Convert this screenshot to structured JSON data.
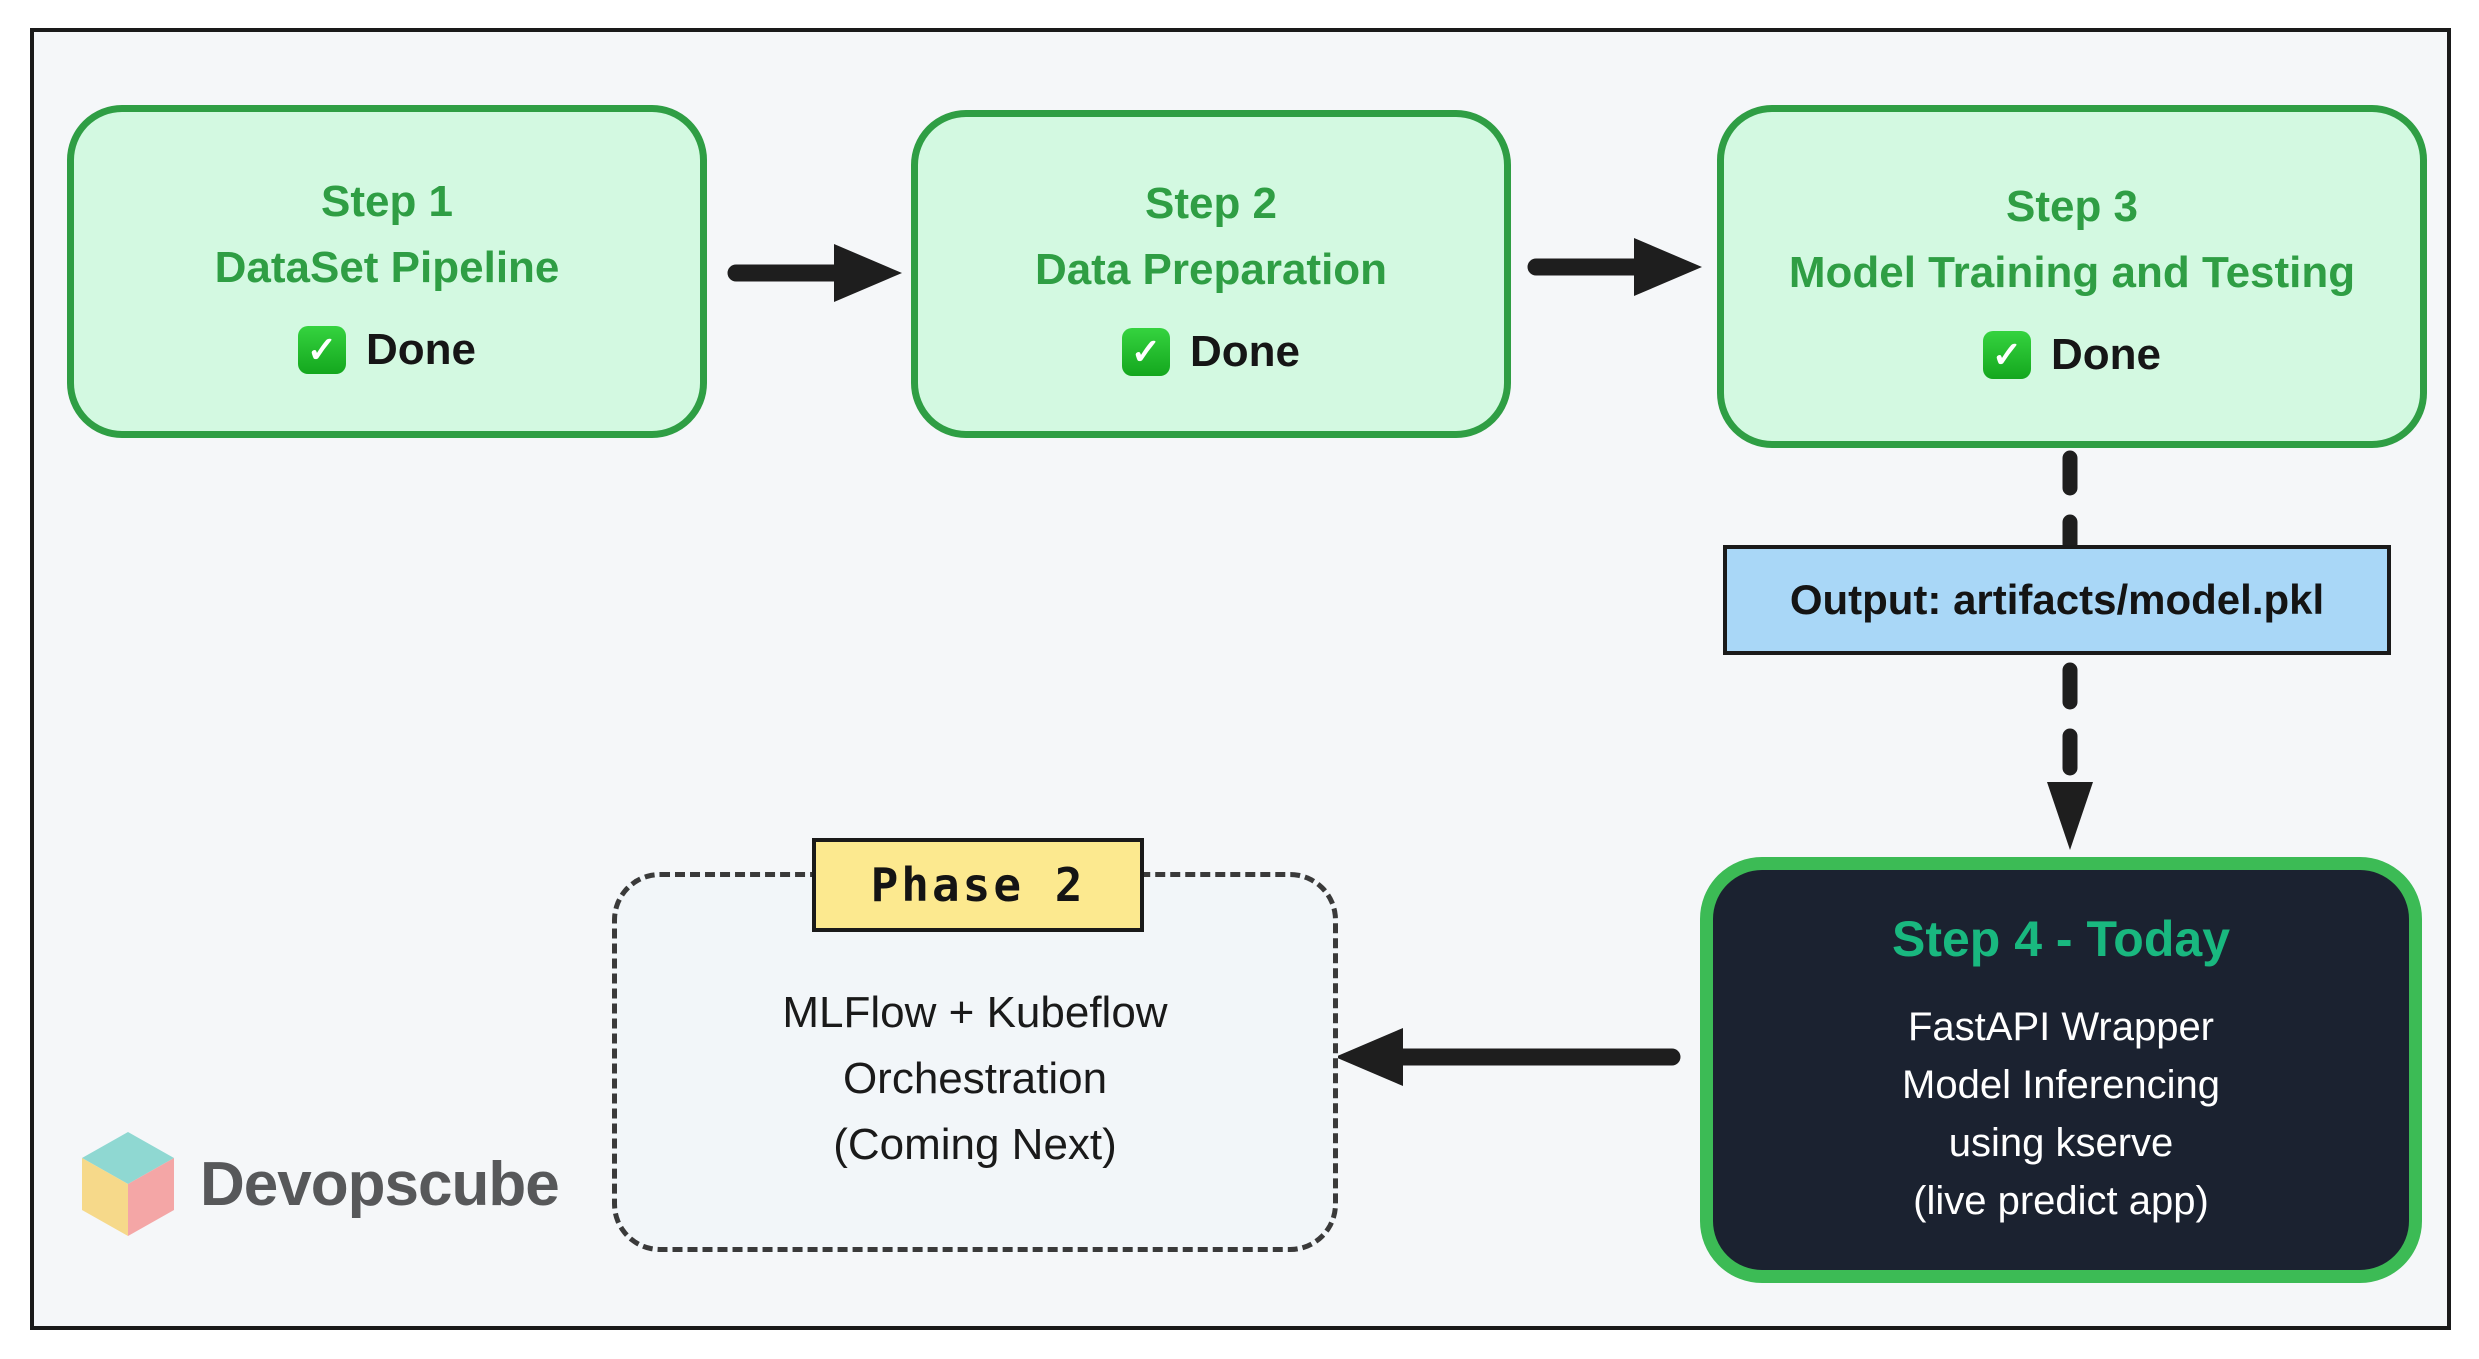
{
  "steps": [
    {
      "step": "Step 1",
      "name": "DataSet Pipeline",
      "status": "Done"
    },
    {
      "step": "Step 2",
      "name": "Data Preparation",
      "status": "Done"
    },
    {
      "step": "Step 3",
      "name": "Model Training and Testing",
      "status": "Done"
    }
  ],
  "check_glyph": "✓",
  "output": {
    "label": "Output: artifacts/model.pkl"
  },
  "step4": {
    "title": "Step 4 - Today",
    "lines": [
      "FastAPI Wrapper",
      "Model Inferencing",
      "using kserve",
      "(live predict app)"
    ]
  },
  "phase2": {
    "label": "Phase 2",
    "lines": [
      "MLFlow + Kubeflow",
      "Orchestration",
      "(Coming Next)"
    ]
  },
  "logo": {
    "text": "Devopscube"
  },
  "colors": {
    "canvas_bg": "#f5f7f9",
    "outline": "#1a1a1a",
    "step_bg": "#d3f9e1",
    "step_border": "#2f9e44",
    "step_text": "#2f9e44",
    "check_green": "#23c52e",
    "output_bg": "#a9d7f7",
    "dark_box_bg": "#1b2230",
    "dark_box_border": "#3cbb55",
    "dark_box_title": "#19b87f",
    "dark_box_text": "#ffffff",
    "phase_label_bg": "#fce98f",
    "dashed_border": "#3a3a3a",
    "arrow": "#1e1e1e",
    "logo_text": "#57585a",
    "cube_top": "#8fd8d2",
    "cube_left": "#f6d98a",
    "cube_right": "#f4a6a6"
  }
}
